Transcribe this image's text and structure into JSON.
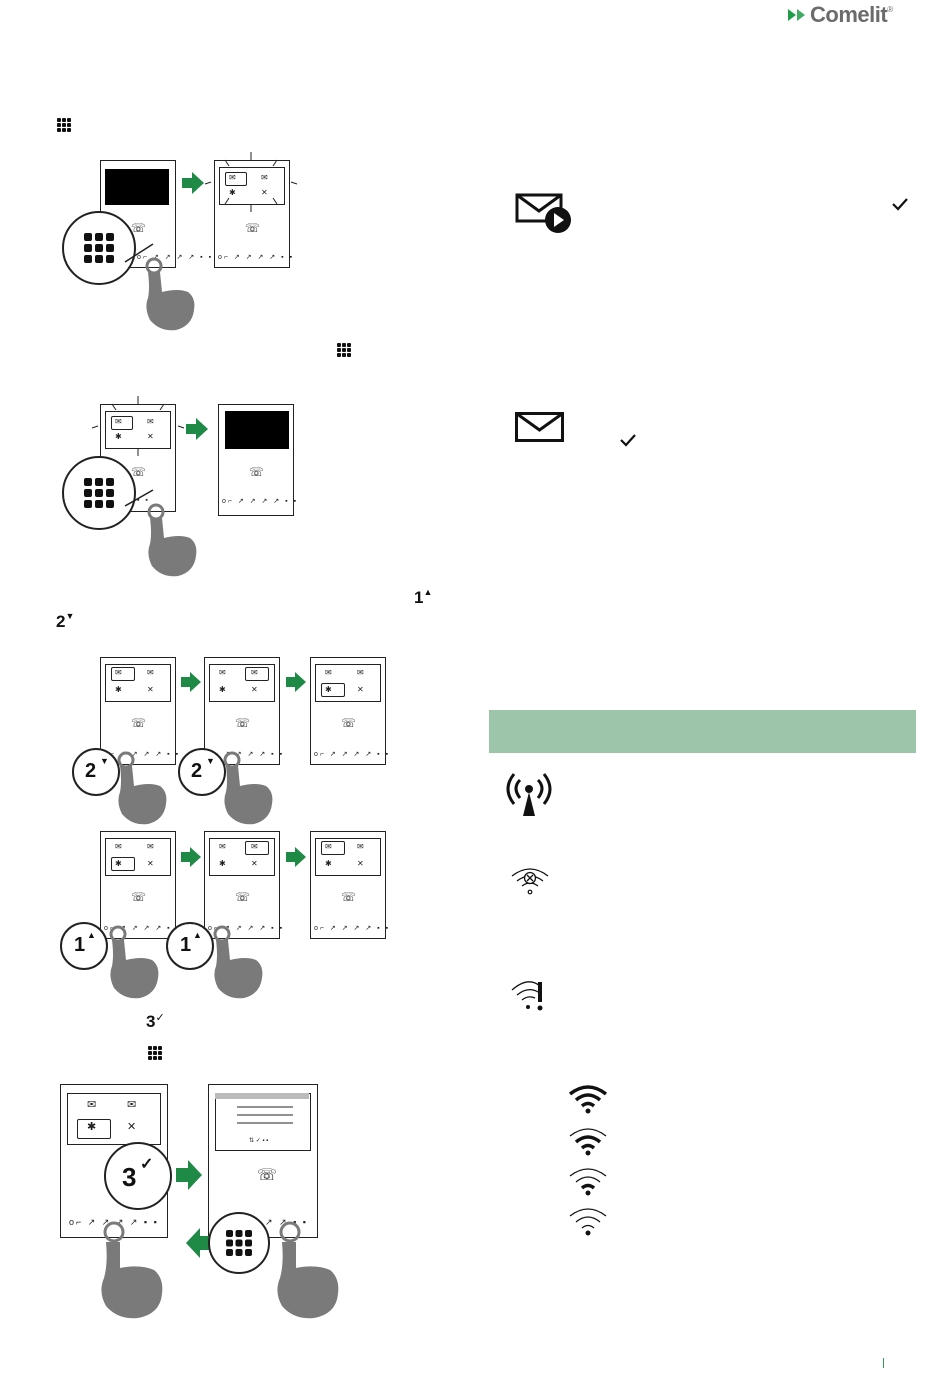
{
  "brand": {
    "name": "Comelit",
    "registered_mark": "®",
    "color": "#6b6b6b",
    "mark_color": "#1f9e48"
  },
  "colors": {
    "arrow": "#1f8a45",
    "banner": "#9dc5a9",
    "hand": "#7a7a7a"
  },
  "keys": {
    "key1": {
      "digit": "1",
      "arrow": "▲"
    },
    "key2": {
      "digit": "2",
      "arrow": "▼"
    },
    "key3": {
      "digit": "3",
      "mark": "✓"
    }
  },
  "icons": {
    "menu": "grid-icon",
    "message_play": "envelope-play-icon",
    "message": "envelope-icon",
    "confirm": "check-icon",
    "broadcast": "broadcast-antenna-icon",
    "wifi_off": "wifi-disconnected-icon",
    "wifi_alert": "wifi-warning-icon",
    "wifi_levels": [
      "wifi-signal-4-icon",
      "wifi-signal-3-icon",
      "wifi-signal-2-icon",
      "wifi-signal-1-icon"
    ]
  },
  "monitor": {
    "bottom_row": "o⌐ ↗ ↗ ↗ ↗ ▪ ▪"
  }
}
